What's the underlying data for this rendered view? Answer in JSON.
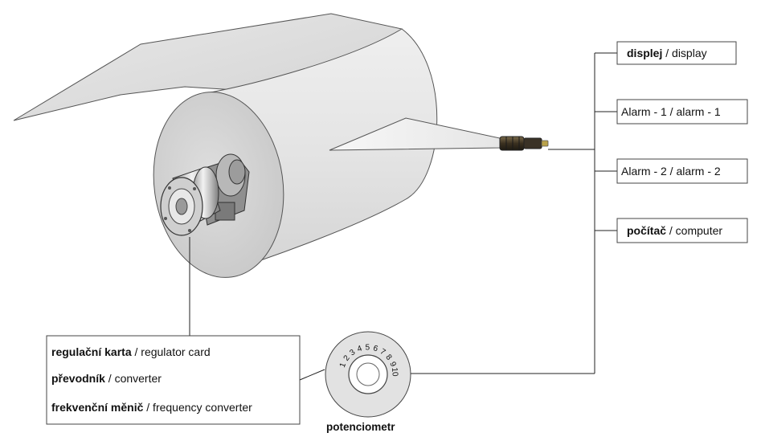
{
  "outputs": [
    {
      "bold": "displej",
      "normal": " / display"
    },
    {
      "bold": "",
      "normal": "Alarm - 1 / alarm - 1"
    },
    {
      "bold": "",
      "normal": "Alarm - 2 / alarm - 2"
    },
    {
      "bold": "počítač",
      "normal": "  / computer"
    }
  ],
  "control_box": [
    {
      "bold": "regulační karta",
      "normal": " / regulator card"
    },
    {
      "bold": "převodník",
      "normal": "  / converter"
    },
    {
      "bold": "frekvenční měnič",
      "normal": " / frequency converter"
    }
  ],
  "potentiometer": {
    "caption": "potenciometr",
    "dial_numbers": [
      "1",
      "2",
      "3",
      "4",
      "5",
      "6",
      "7",
      "8",
      "9",
      "10"
    ]
  },
  "colors": {
    "roll_body": "#e2e2e2",
    "roll_face": "#d6d6d6",
    "outline": "#444444",
    "wire": "#222222"
  }
}
